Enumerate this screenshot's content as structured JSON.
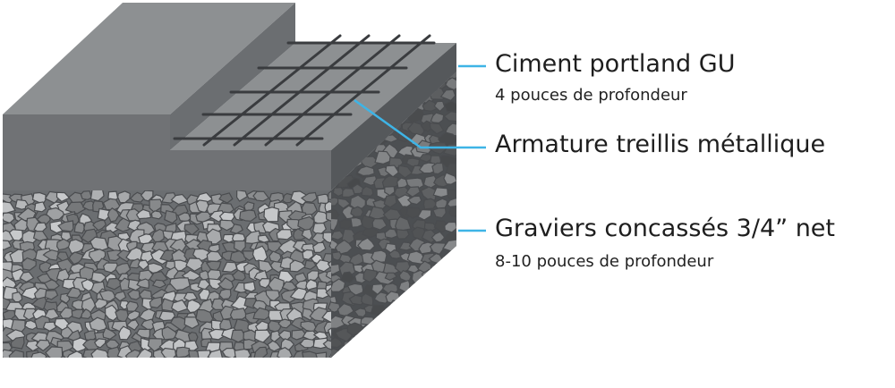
{
  "layers": [
    {
      "title": "Ciment portland GU",
      "detail": "4 pouces de profondeur"
    },
    {
      "title": "Armature treillis métallique"
    },
    {
      "title": "Graviers concassés 3/4” net",
      "detail": "8-10 pouces de profondeur"
    }
  ],
  "colors": {
    "leader_line": "#3eb4e6",
    "concrete_top": "#8d9092",
    "concrete_front": "#707275",
    "concrete_side": "#55585b",
    "rebar": "#3a3c3f",
    "gravel_dark": "#4a4c4f",
    "gravel_light": "#b9bbbd"
  }
}
